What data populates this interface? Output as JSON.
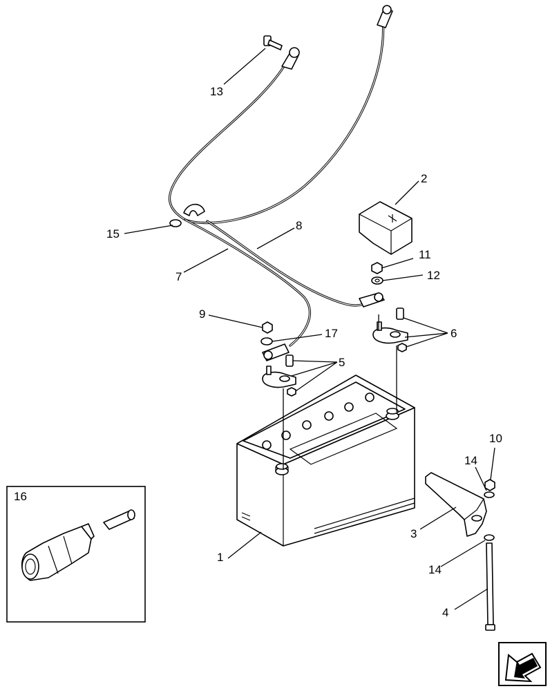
{
  "callouts": {
    "c1": "1",
    "c2": "2",
    "c3": "3",
    "c4": "4",
    "c5": "5",
    "c6": "6",
    "c7": "7",
    "c8": "8",
    "c9": "9",
    "c10": "10",
    "c11": "11",
    "c12": "12",
    "c13": "13",
    "c14a": "14",
    "c14b": "14",
    "c15": "15",
    "c16": "16",
    "c17": "17"
  },
  "icons": {
    "nav": "arrow-back-icon"
  }
}
